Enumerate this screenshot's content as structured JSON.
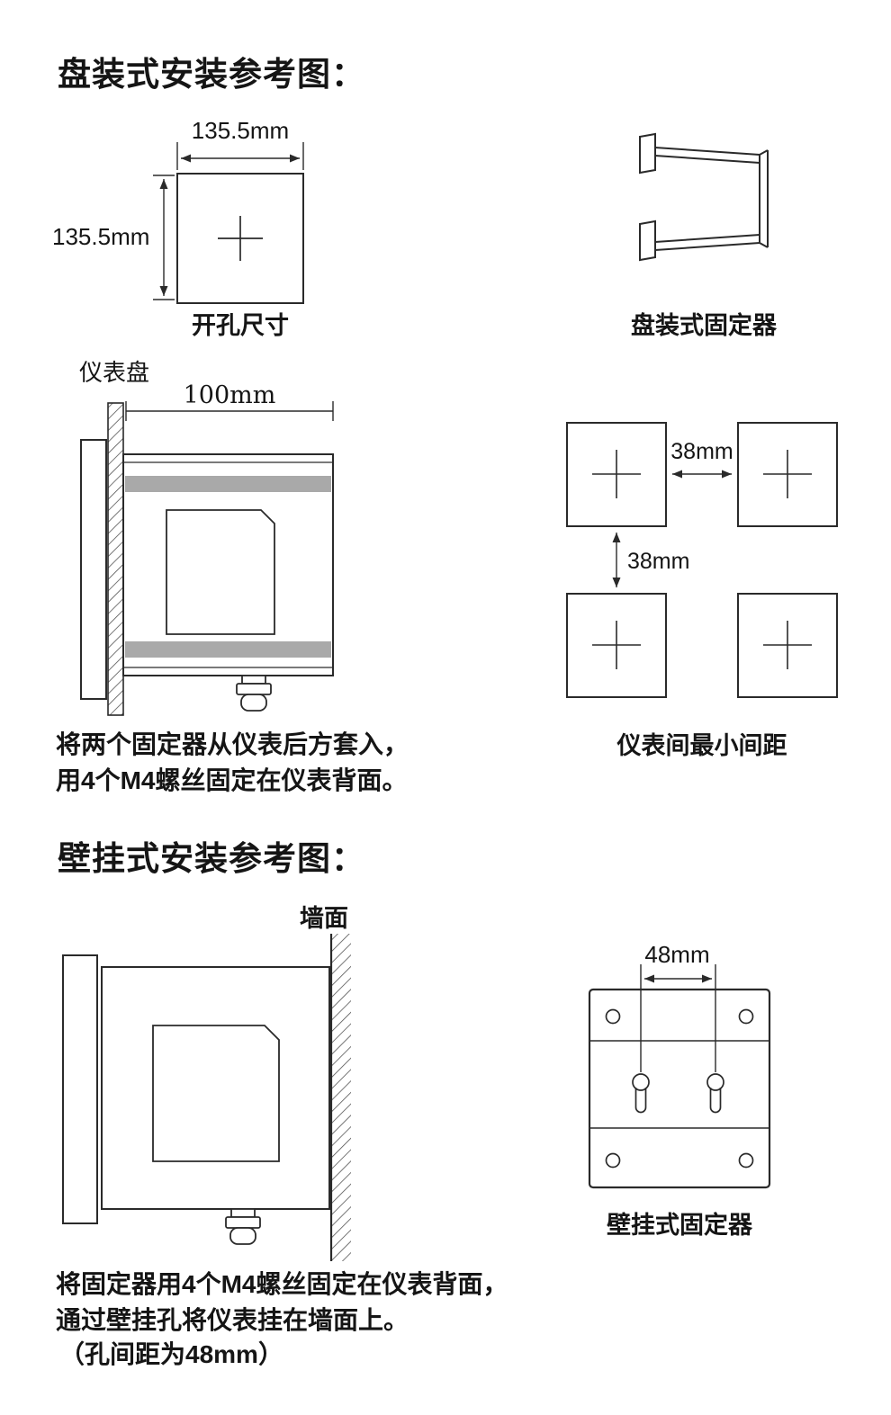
{
  "colors": {
    "line": "#2a2a2a",
    "band": "#a9a9a9",
    "text": "#151515"
  },
  "panel_mount": {
    "title": "盘装式安装参考图：",
    "cutout": {
      "width_label": "135.5mm",
      "height_label": "135.5mm",
      "caption": "开孔尺寸"
    },
    "fixer_caption": "盘装式固定器",
    "side_view": {
      "panel_label": "仪表盘",
      "depth_label": "100mm"
    },
    "notes": [
      "将两个固定器从仪表后方套入，",
      "用4个M4螺丝固定在仪表背面。"
    ],
    "spacing": {
      "horizontal_label": "38mm",
      "vertical_label": "38mm",
      "caption": "仪表间最小间距"
    }
  },
  "wall_mount": {
    "title": "壁挂式安装参考图：",
    "wall_label": "墙面",
    "bracket": {
      "hole_spacing_label": "48mm",
      "caption": "壁挂式固定器"
    },
    "notes": [
      "将固定器用4个M4螺丝固定在仪表背面，",
      "通过壁挂孔将仪表挂在墙面上。",
      "（孔间距为48mm）"
    ]
  }
}
